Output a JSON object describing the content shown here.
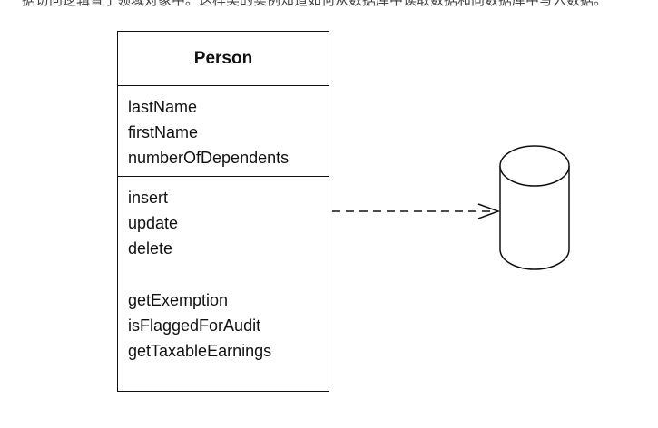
{
  "caption_fragment": "据访问逻辑置于领域对象中。这样类的实例知道如何从数据库中读取数据和向数据库中写入数据。",
  "class": {
    "name": "Person",
    "attributes": [
      "lastName",
      "firstName",
      "numberOfDependents"
    ],
    "operations": [
      "insert",
      "update",
      "delete"
    ],
    "domain_operations": [
      "getExemption",
      "isFlaggedForAudit",
      "getTaxableEarnings"
    ]
  },
  "connector": {
    "style": "dashed",
    "arrowhead": "open"
  },
  "database_icon": "cylinder-icon"
}
